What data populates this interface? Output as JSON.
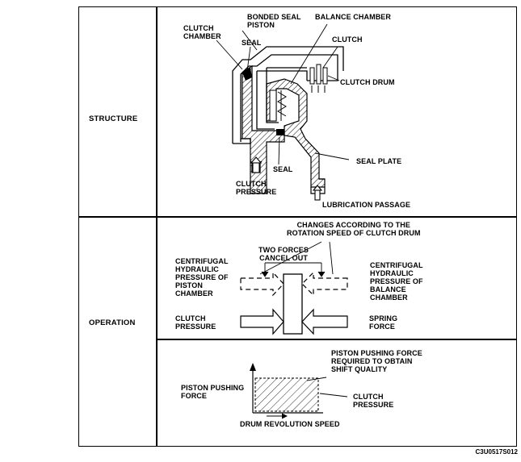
{
  "rows": {
    "structure": "STRUCTURE",
    "operation": "OPERATION"
  },
  "structure": {
    "clutch_chamber": "CLUTCH\nCHAMBER",
    "bonded_seal_piston": "BONDED SEAL\nPISTON",
    "balance_chamber": "BALANCE CHAMBER",
    "seal_top": "SEAL",
    "clutch": "CLUTCH",
    "clutch_drum": "CLUTCH DRUM",
    "seal_bottom": "SEAL",
    "seal_plate": "SEAL PLATE",
    "clutch_pressure": "CLUTCH\nPRESSURE",
    "lubrication_passage": "LUBRICATION PASSAGE"
  },
  "operation": {
    "changes_note": "CHANGES ACCORDING TO THE\nROTATION SPEED OF CLUTCH DRUM",
    "two_forces": "TWO FORCES\nCANCEL OUT",
    "centrifugal_piston": "CENTRIFUGAL\nHYDRAULIC\nPRESSURE OF\nPISTON\nCHAMBER",
    "centrifugal_balance": "CENTRIFUGAL\nHYDRAULIC\nPRESSURE OF\nBALANCE\nCHAMBER",
    "clutch_pressure": "CLUTCH\nPRESSURE",
    "spring_force": "SPRING\nFORCE"
  },
  "graph": {
    "pushing_force_note": "PISTON PUSHING FORCE\nREQUIRED TO OBTAIN\nSHIFT QUALITY",
    "y_label": "PISTON PUSHING\nFORCE",
    "clutch_pressure": "CLUTCH\nPRESSURE",
    "x_label": "DRUM REVOLUTION SPEED"
  },
  "figure_code": "C3U0517S012"
}
